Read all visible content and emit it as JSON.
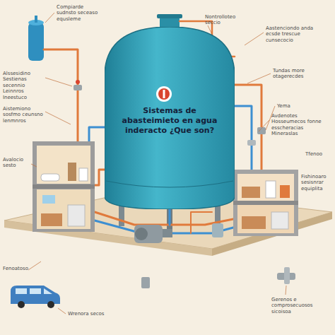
{
  "diagram": {
    "nodes": [
      {
        "text": [
          "Sistemas de abasteimieto en agua inderacto ¿Que son?"
        ]
      }
    ],
    "labels": [
      "Compiarde sudnsto seceaso equsleme",
      "Nontrolloteo seccio",
      "Aastenciondo anda ecsde trescue cunsecocio",
      "Tundas more otagerecdes",
      "Alssesidino Sestienas secennio Leinnros Ineestuco",
      "Yema",
      "Aistemiono sosfmo ceunsno lenmnros",
      "Avdenotes Hosseumecos fonne esscheracias Mineraslas",
      "Tfenoo",
      "Avalocio sesto",
      "Fishinoaro sesisnrar equiplita",
      "Fenoatoso",
      "Gerenos e comprosecuosos sicoisoa",
      "Wrenora secos"
    ]
  }
}
